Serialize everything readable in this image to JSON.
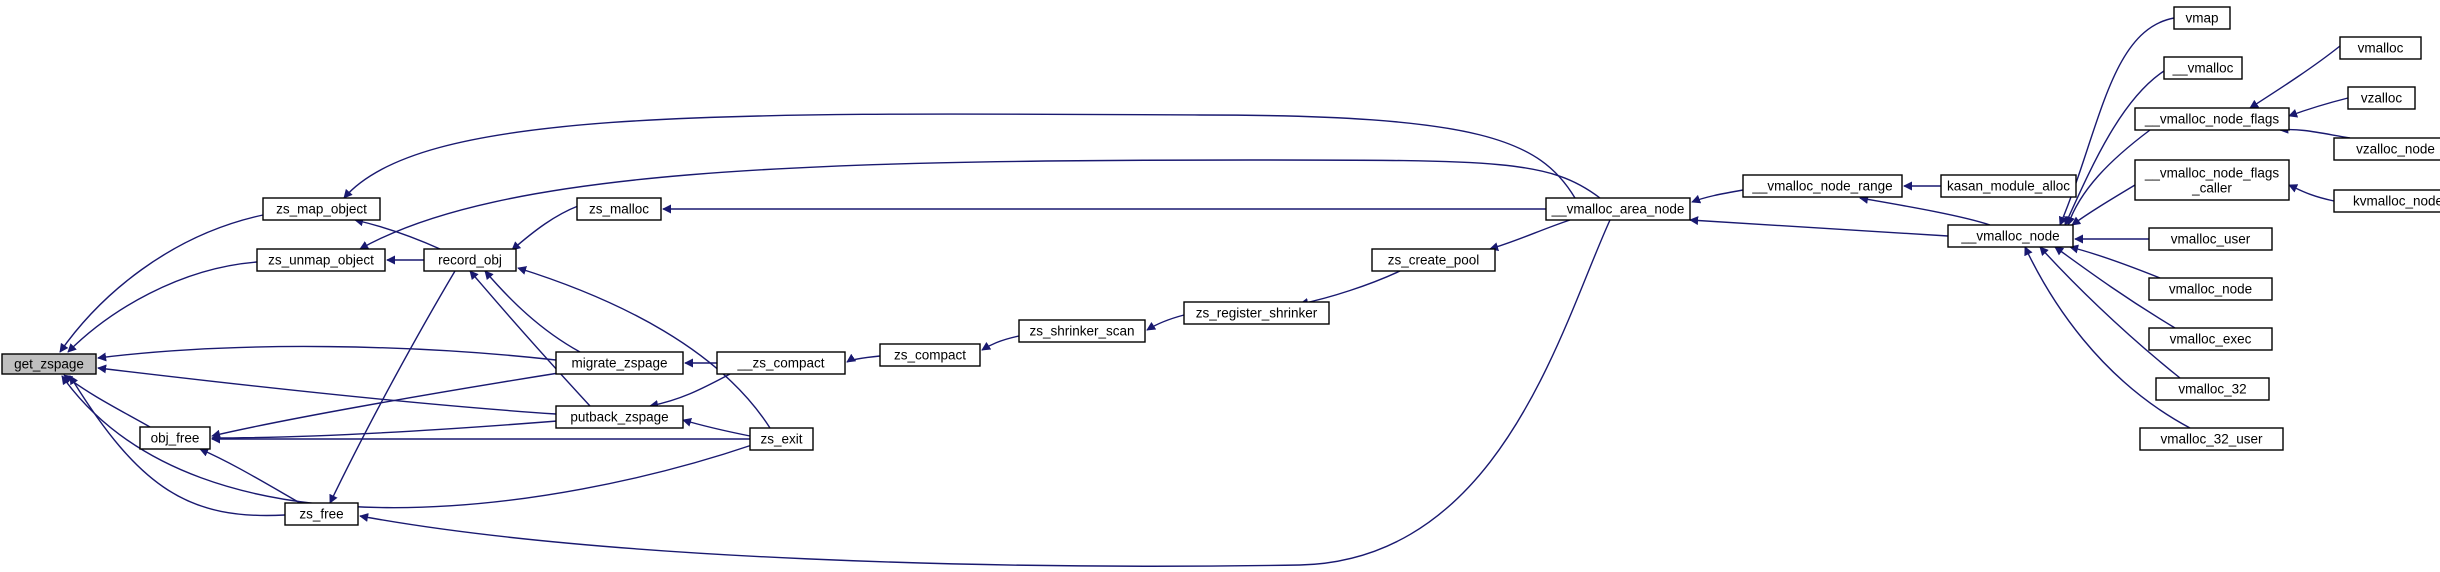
{
  "graph": {
    "root": "get_zspage",
    "nodes": [
      {
        "id": "get_zspage",
        "label": "get_zspage",
        "is_root": true
      },
      {
        "id": "zs_map_object",
        "label": "zs_map_object"
      },
      {
        "id": "zs_unmap_object",
        "label": "zs_unmap_object"
      },
      {
        "id": "obj_free",
        "label": "obj_free"
      },
      {
        "id": "zs_free",
        "label": "zs_free"
      },
      {
        "id": "record_obj",
        "label": "record_obj"
      },
      {
        "id": "zs_malloc",
        "label": "zs_malloc"
      },
      {
        "id": "migrate_zspage",
        "label": "migrate_zspage"
      },
      {
        "id": "putback_zspage",
        "label": "putback_zspage"
      },
      {
        "id": "zs_exit",
        "label": "zs_exit"
      },
      {
        "id": "__zs_compact",
        "label": "__zs_compact"
      },
      {
        "id": "zs_compact",
        "label": "zs_compact"
      },
      {
        "id": "zs_shrinker_scan",
        "label": "zs_shrinker_scan"
      },
      {
        "id": "zs_register_shrinker",
        "label": "zs_register_shrinker"
      },
      {
        "id": "zs_create_pool",
        "label": "zs_create_pool"
      },
      {
        "id": "__vmalloc_area_node",
        "label": "__vmalloc_area_node"
      },
      {
        "id": "__vmalloc_node_range",
        "label": "__vmalloc_node_range"
      },
      {
        "id": "kasan_module_alloc",
        "label": "kasan_module_alloc"
      },
      {
        "id": "__vmalloc_node",
        "label": "__vmalloc_node"
      },
      {
        "id": "vmap",
        "label": "vmap"
      },
      {
        "id": "__vmalloc",
        "label": "__vmalloc"
      },
      {
        "id": "__vmalloc_node_flags",
        "label": "__vmalloc_node_flags"
      },
      {
        "id": "__vmalloc_node_flags_caller",
        "label": "__vmalloc_node_flags\n_caller"
      },
      {
        "id": "vmalloc_user",
        "label": "vmalloc_user"
      },
      {
        "id": "vmalloc_node",
        "label": "vmalloc_node"
      },
      {
        "id": "vmalloc_exec",
        "label": "vmalloc_exec"
      },
      {
        "id": "vmalloc_32",
        "label": "vmalloc_32"
      },
      {
        "id": "vmalloc_32_user",
        "label": "vmalloc_32_user"
      },
      {
        "id": "vmalloc",
        "label": "vmalloc"
      },
      {
        "id": "vzalloc",
        "label": "vzalloc"
      },
      {
        "id": "vzalloc_node",
        "label": "vzalloc_node"
      },
      {
        "id": "kvmalloc_node",
        "label": "kvmalloc_node"
      }
    ],
    "edges": [
      {
        "from": "zs_map_object",
        "to": "get_zspage"
      },
      {
        "from": "zs_unmap_object",
        "to": "get_zspage"
      },
      {
        "from": "migrate_zspage",
        "to": "get_zspage"
      },
      {
        "from": "putback_zspage",
        "to": "get_zspage"
      },
      {
        "from": "obj_free",
        "to": "get_zspage"
      },
      {
        "from": "zs_free",
        "to": "get_zspage"
      },
      {
        "from": "zs_exit",
        "to": "get_zspage"
      },
      {
        "from": "__vmalloc_area_node",
        "to": "zs_map_object"
      },
      {
        "from": "record_obj",
        "to": "zs_map_object"
      },
      {
        "from": "__vmalloc_area_node",
        "to": "zs_unmap_object"
      },
      {
        "from": "record_obj",
        "to": "zs_unmap_object"
      },
      {
        "from": "migrate_zspage",
        "to": "obj_free"
      },
      {
        "from": "putback_zspage",
        "to": "obj_free"
      },
      {
        "from": "zs_exit",
        "to": "obj_free"
      },
      {
        "from": "zs_free",
        "to": "obj_free"
      },
      {
        "from": "record_obj",
        "to": "zs_free"
      },
      {
        "from": "__vmalloc_area_node",
        "to": "zs_free"
      },
      {
        "from": "zs_malloc",
        "to": "record_obj"
      },
      {
        "from": "migrate_zspage",
        "to": "record_obj"
      },
      {
        "from": "putback_zspage",
        "to": "record_obj"
      },
      {
        "from": "zs_exit",
        "to": "record_obj"
      },
      {
        "from": "__vmalloc_area_node",
        "to": "zs_malloc"
      },
      {
        "from": "__zs_compact",
        "to": "migrate_zspage"
      },
      {
        "from": "__zs_compact",
        "to": "putback_zspage"
      },
      {
        "from": "zs_exit",
        "to": "putback_zspage"
      },
      {
        "from": "zs_compact",
        "to": "__zs_compact"
      },
      {
        "from": "zs_shrinker_scan",
        "to": "zs_compact"
      },
      {
        "from": "zs_register_shrinker",
        "to": "zs_shrinker_scan"
      },
      {
        "from": "zs_create_pool",
        "to": "zs_register_shrinker"
      },
      {
        "from": "__vmalloc_area_node",
        "to": "zs_create_pool"
      },
      {
        "from": "__vmalloc_node_range",
        "to": "__vmalloc_area_node"
      },
      {
        "from": "kasan_module_alloc",
        "to": "__vmalloc_node_range"
      },
      {
        "from": "__vmalloc_node",
        "to": "__vmalloc_node_range"
      },
      {
        "from": "__vmalloc_node",
        "to": "__vmalloc_area_node"
      },
      {
        "from": "vmap",
        "to": "__vmalloc_node"
      },
      {
        "from": "__vmalloc",
        "to": "__vmalloc_node"
      },
      {
        "from": "__vmalloc_node_flags",
        "to": "__vmalloc_node"
      },
      {
        "from": "__vmalloc_node_flags_caller",
        "to": "__vmalloc_node"
      },
      {
        "from": "vmalloc_user",
        "to": "__vmalloc_node"
      },
      {
        "from": "vmalloc_node",
        "to": "__vmalloc_node"
      },
      {
        "from": "vmalloc_exec",
        "to": "__vmalloc_node"
      },
      {
        "from": "vmalloc_32",
        "to": "__vmalloc_node"
      },
      {
        "from": "vmalloc_32_user",
        "to": "__vmalloc_node"
      },
      {
        "from": "vmalloc",
        "to": "__vmalloc_node_flags"
      },
      {
        "from": "vzalloc",
        "to": "__vmalloc_node_flags"
      },
      {
        "from": "vzalloc_node",
        "to": "__vmalloc_node_flags"
      },
      {
        "from": "kvmalloc_node",
        "to": "__vmalloc_node_flags_caller"
      }
    ],
    "colors": {
      "edge": "#191970",
      "node_border": "#000000",
      "root_fill": "#bfbfbf",
      "node_fill": "#ffffff"
    }
  }
}
